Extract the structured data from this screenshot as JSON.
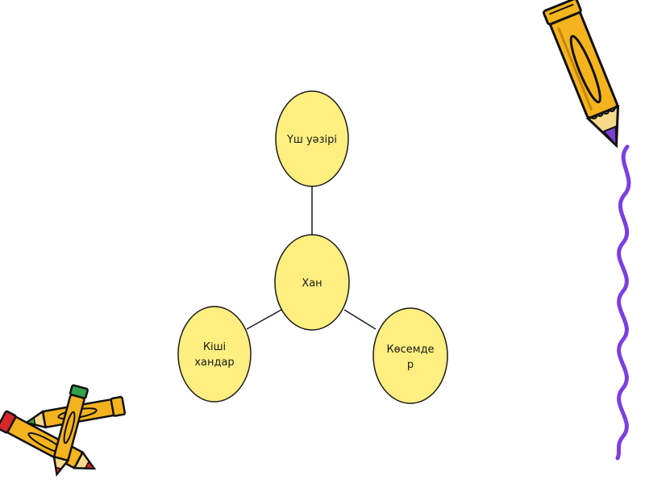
{
  "diagram": {
    "center": {
      "label": "Хан"
    },
    "top": {
      "label": "Үш уәзірі"
    },
    "left": {
      "label_line1": "Кіші",
      "label_line2": "хандар"
    },
    "right": {
      "label_line1": "Көсемде",
      "label_line2": "р"
    }
  },
  "colors": {
    "node_fill": "#FFEF80",
    "node_stroke": "#1a1a1a",
    "connector": "#1a1a1a",
    "pencil_body": "#F5B41E",
    "pencil_tip_purple": "#7B3FD0",
    "squiggle": "#7B3FE0",
    "pencil_tip_red": "#D8262A",
    "pencil_tip_green": "#2FA24A"
  },
  "decorations": [
    "pencil-icon",
    "wavy-line",
    "crossed-pencils-icon"
  ]
}
